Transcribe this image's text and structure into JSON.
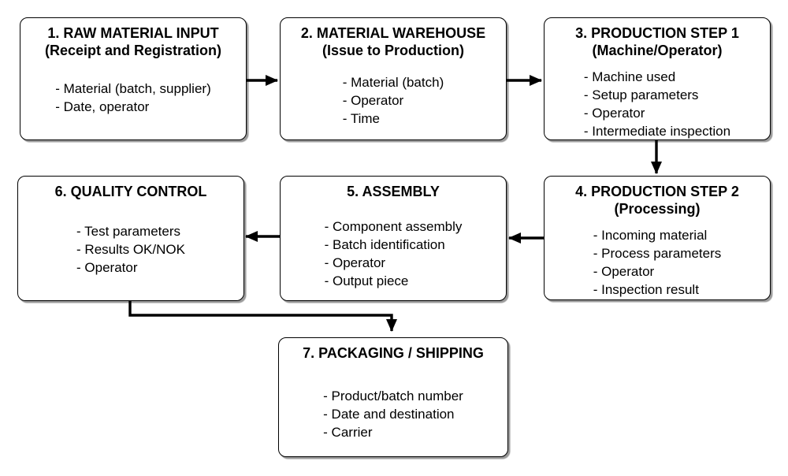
{
  "colors": {
    "background": "#ffffff",
    "box_border": "#000000",
    "text": "#000000",
    "arrow": "#000000"
  },
  "boxes": [
    {
      "name": "raw-material-input",
      "title_lines": [
        "1. RAW MATERIAL INPUT",
        "(Receipt and Registration)"
      ],
      "items": [
        "- Material (batch, supplier)",
        "- Date, operator"
      ]
    },
    {
      "name": "material-warehouse",
      "title_lines": [
        "2. MATERIAL WAREHOUSE",
        "(Issue to Production)"
      ],
      "items": [
        "- Material (batch)",
        "- Operator",
        "- Time"
      ]
    },
    {
      "name": "production-step-1",
      "title_lines": [
        "3. PRODUCTION STEP 1",
        "(Machine/Operator)"
      ],
      "items": [
        "- Machine used",
        "- Setup parameters",
        "- Operator",
        "- Intermediate inspection"
      ]
    },
    {
      "name": "production-step-2",
      "title_lines": [
        "4. PRODUCTION STEP 2",
        "(Processing)"
      ],
      "items": [
        "- Incoming material",
        "- Process parameters",
        "- Operator",
        "- Inspection result"
      ]
    },
    {
      "name": "assembly",
      "title_lines": [
        "5. ASSEMBLY"
      ],
      "items": [
        "- Component assembly",
        "- Batch identification",
        "- Operator",
        "- Output piece"
      ]
    },
    {
      "name": "quality-control",
      "title_lines": [
        "6. QUALITY CONTROL"
      ],
      "items": [
        "- Test parameters",
        "- Results OK/NOK",
        "- Operator"
      ]
    },
    {
      "name": "packaging-shipping",
      "title_lines": [
        "7. PACKAGING / SHIPPING"
      ],
      "items": [
        "- Product/batch number",
        "- Date and destination",
        "- Carrier"
      ]
    }
  ]
}
